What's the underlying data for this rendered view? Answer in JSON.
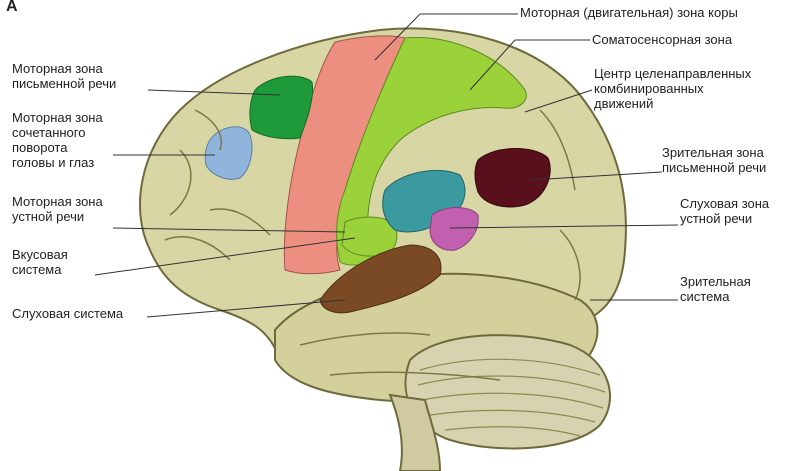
{
  "panel_letter": "А",
  "labels_left": {
    "written_speech_motor": "Моторная зона\nписьменной речи",
    "head_eye_motor": "Моторная зона\nсочетанного\nповорота\nголовы и глаз",
    "oral_speech_motor": "Моторная зона\nустной речи",
    "taste": "Вкусовая\nсистема",
    "auditory_system": "Слуховая система"
  },
  "labels_right": {
    "motor_cortex": "Моторная (двигательная) зона коры",
    "somatosensory": "Соматосенсорная зона",
    "purposeful_movements": "Центр целенаправленных\nкомбинированных\nдвижений",
    "visual_written_speech": "Зрительная зона\nписьменной речи",
    "auditory_oral_speech": "Слуховая зона\nустной речи",
    "visual_system": "Зрительная\nсистема"
  },
  "colors": {
    "cortex": "#d9d6a6",
    "cortex_shadow": "#8f8a4f",
    "motor_strip": "#ec8f80",
    "somatosensory": "#9bd23a",
    "written_speech_motor": "#1f9a3a",
    "head_eye_motor": "#8fb5dc",
    "auditory_oral": "#3a9aa0",
    "visual_written": "#5a0f1c",
    "auditory_pink": "#c25fae",
    "auditory_brown": "#7a4a24",
    "cerebellum": "#d7d3b0"
  }
}
